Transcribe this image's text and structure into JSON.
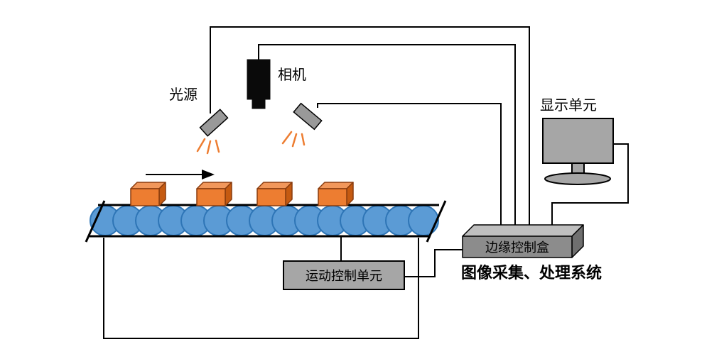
{
  "diagram": {
    "type": "machine-vision-inspection-system",
    "labels": {
      "light_source": "光源",
      "camera": "相机",
      "display_unit": "显示单元",
      "edge_control_box": "边缘控制盒",
      "motion_control_unit": "运动控制单元",
      "image_system": "图像采集、处理系统"
    },
    "colors": {
      "line": "#000000",
      "camera_black": "#0A0A0A",
      "roller_fill": "#5B9BD5",
      "roller_stroke": "#2E75B6",
      "package_front": "#ED7D31",
      "package_top": "#F1975B",
      "package_side": "#C55A11",
      "package_stroke": "#8A3C0E",
      "device_gray": "#A6A6A6",
      "device_gray_dark": "#8C8C8C",
      "edge_top": "#BFBFBF",
      "edge_side": "#6F6F6F",
      "light_gray": "#999999",
      "ray_orange": "#ED7D31"
    }
  }
}
